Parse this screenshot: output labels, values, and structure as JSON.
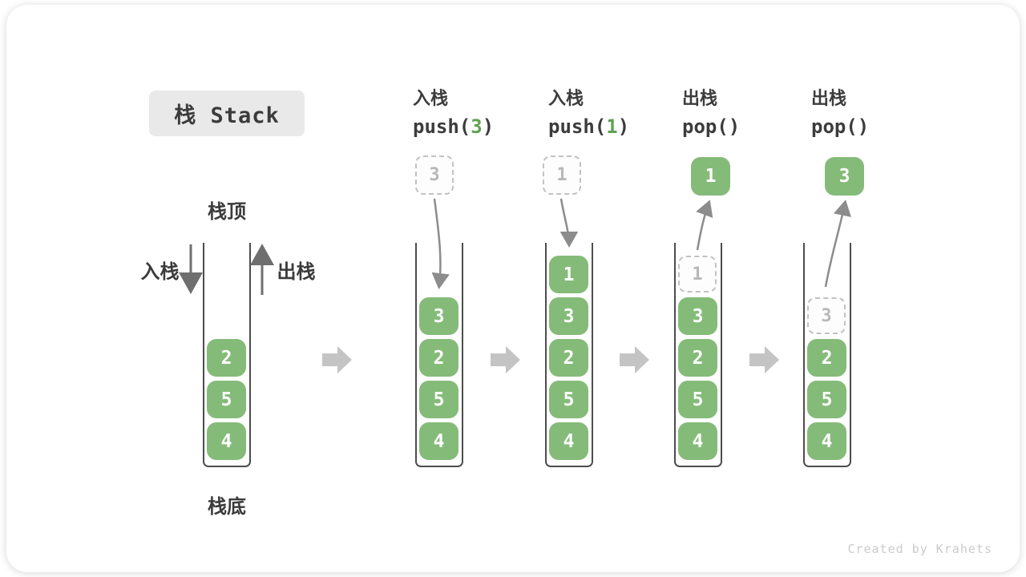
{
  "title": "栈 Stack",
  "labels": {
    "stack_top": "栈顶",
    "stack_bottom": "栈底",
    "push": "入栈",
    "pop": "出栈"
  },
  "operations": [
    {
      "zh": "入栈",
      "code_pre": "push(",
      "arg": "3",
      "code_post": ")"
    },
    {
      "zh": "入栈",
      "code_pre": "push(",
      "arg": "1",
      "code_post": ")"
    },
    {
      "zh": "出栈",
      "code_pre": "pop(",
      "arg": "",
      "code_post": ")"
    },
    {
      "zh": "出栈",
      "code_pre": "pop(",
      "arg": "",
      "code_post": ")"
    }
  ],
  "stacks": [
    {
      "state": "initial",
      "items": [
        "2",
        "5",
        "4"
      ]
    },
    {
      "state": "after-push-3",
      "incoming": "3",
      "items": [
        "3",
        "2",
        "5",
        "4"
      ]
    },
    {
      "state": "after-push-1",
      "incoming": "1",
      "items": [
        "1",
        "3",
        "2",
        "5",
        "4"
      ]
    },
    {
      "state": "after-pop-1",
      "popped": "1",
      "ghost": "1",
      "items": [
        "3",
        "2",
        "5",
        "4"
      ]
    },
    {
      "state": "after-pop-3",
      "popped": "3",
      "ghost": "3",
      "items": [
        "2",
        "5",
        "4"
      ]
    }
  ],
  "footer": "Created by Krahets",
  "colors": {
    "item_green": "#85bb79",
    "code_arg_green": "#5fa252",
    "ghost_border": "#c2c2c2",
    "ghost_text": "#b8b8b8",
    "tube_wall": "#4d4d4d",
    "flow_arrow": "#8c8c8c",
    "legend_arrow": "#6f6f6f",
    "step_arrow": "#c4c4c4",
    "title_bg": "#e9e9e9",
    "text_dark": "#3b3b3b",
    "footer_gray": "#cbcbcb"
  }
}
